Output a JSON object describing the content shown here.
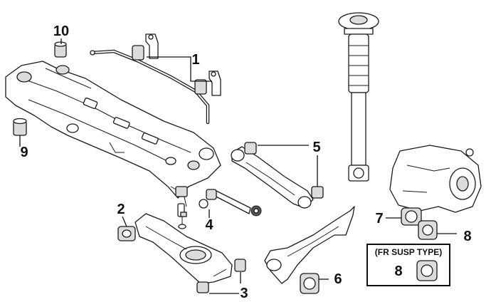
{
  "callouts": {
    "c1": "1",
    "c2": "2",
    "c3": "3",
    "c4": "4",
    "c5": "5",
    "c6": "6",
    "c7": "7",
    "c8": "8",
    "c8b": "8",
    "c9": "9",
    "c10": "10"
  },
  "inset": {
    "label": "(FR SUSP TYPE)"
  }
}
